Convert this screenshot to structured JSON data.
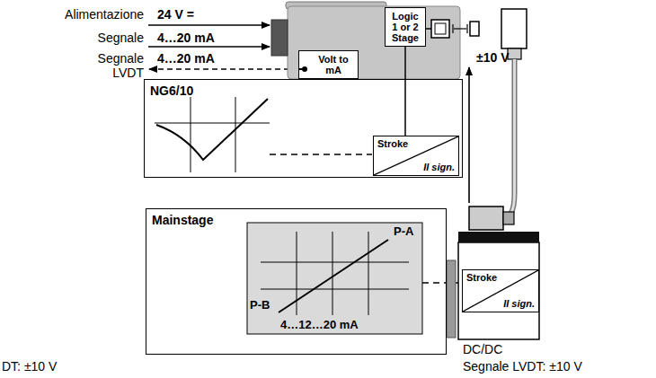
{
  "diagram": {
    "nodes": [
      {
        "text": [
          "NG6/10"
        ]
      },
      {
        "text": [
          "Stroke",
          "II sign."
        ],
        "in": 0
      },
      {
        "text": [
          "Logic 1 or 2 Stage"
        ]
      },
      {
        "text": [
          "Volt to mA"
        ]
      },
      {
        "text": [
          "Mainstage"
        ]
      },
      {
        "text": [
          "Stroke",
          "II sign."
        ]
      }
    ],
    "edges": [
      {
        "from": 2,
        "to": 1,
        "arrow": "none"
      }
    ],
    "labels": [
      "Alimentazione",
      "24 V =",
      "Segnale",
      "4…20 mA",
      "Segnale LVDT",
      "4…20 mA",
      "±10 V",
      "P-A",
      "P-B",
      "4…12…20 mA",
      "DC/DC",
      "Segnale LVDT: ±10 V",
      "DT: ±10 V"
    ]
  }
}
